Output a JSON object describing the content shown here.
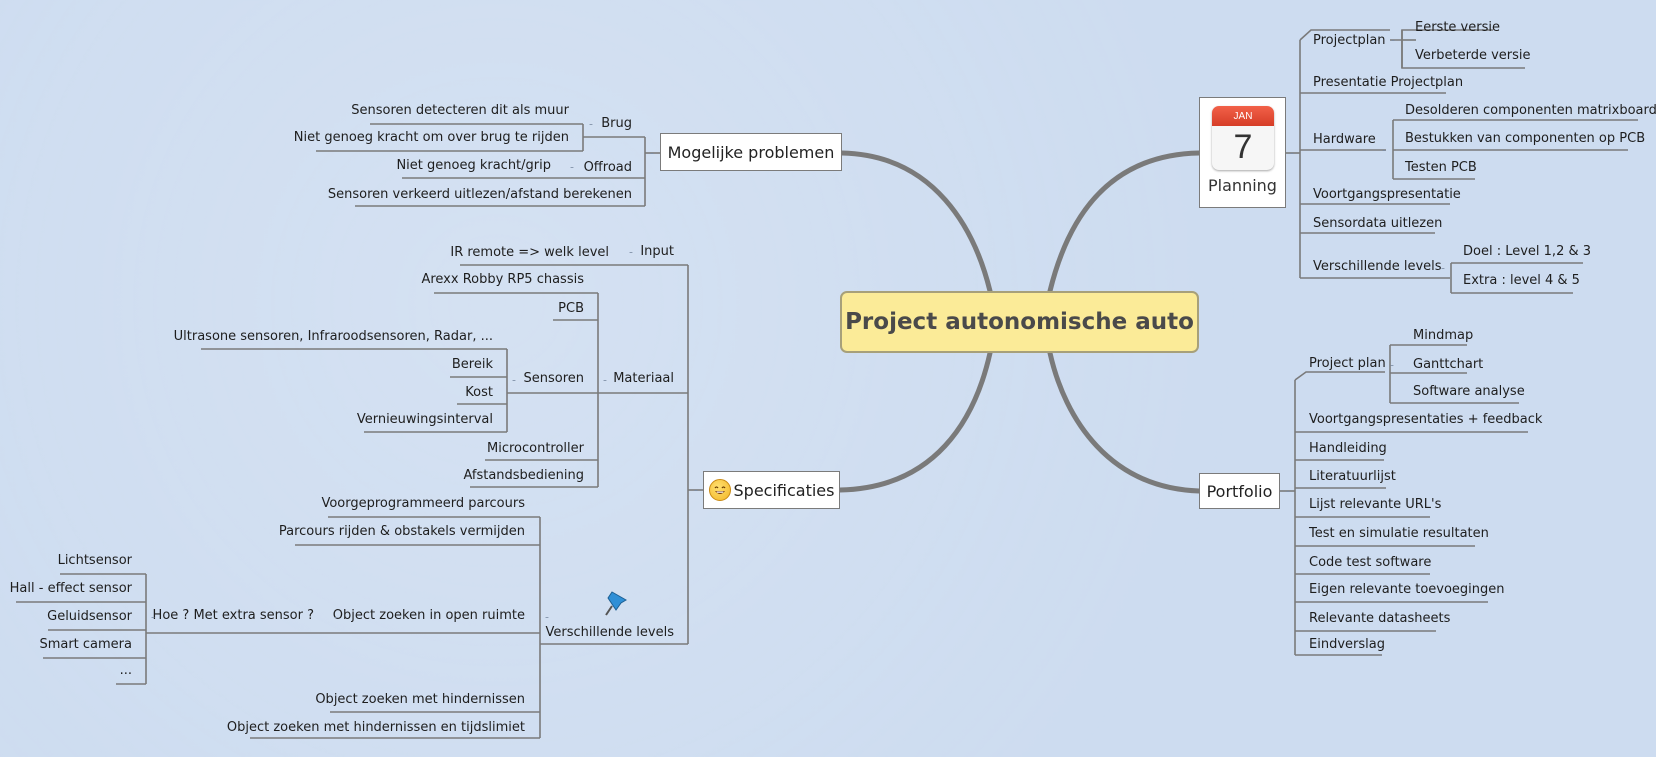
{
  "central": "Project autonomische auto",
  "collapse_symbol": "-",
  "topics": {
    "planning": "Planning",
    "planning_icon": "calendar-icon",
    "calendar": {
      "month": "JAN",
      "day": "7"
    },
    "portfolio": "Portfolio",
    "specificaties": "Specificaties",
    "specificaties_icon": "smiley-icon",
    "problemen": "Mogelijke problemen"
  },
  "planning": {
    "projectplan": "Projectplan",
    "projectplan_children": [
      "Eerste versie",
      "Verbeterde versie"
    ],
    "presentatie": "Presentatie Projectplan",
    "hardware": "Hardware",
    "hardware_children": [
      "Desolderen componenten matrixboard",
      "Bestukken van componenten op PCB",
      "Testen PCB"
    ],
    "voortgang": "Voortgangspresentatie",
    "sensordata": "Sensordata uitlezen",
    "levels": "Verschillende levels",
    "levels_children": [
      "Doel : Level 1,2 & 3",
      "Extra : level 4 & 5"
    ]
  },
  "portfolio": {
    "project_plan": "Project plan",
    "project_plan_children": [
      "Mindmap",
      "Ganttchart",
      "Software analyse"
    ],
    "items": [
      "Voortgangspresentaties + feedback",
      "Handleiding",
      "Literatuurlijst",
      "Lijst relevante URL's",
      "Test en simulatie resultaten",
      "Code test software",
      "Eigen relevante toevoegingen",
      "Relevante datasheets",
      "Eindverslag"
    ]
  },
  "problemen": {
    "brug": "Brug",
    "brug_children": [
      "Sensoren detecteren dit als muur",
      "Niet genoeg kracht om over brug te rijden"
    ],
    "offroad": "Offroad",
    "offroad_children": [
      "Niet genoeg kracht/grip"
    ],
    "sensoren_verkeerd": "Sensoren verkeerd uitlezen/afstand berekenen"
  },
  "specificaties": {
    "input": "Input",
    "input_children": [
      "IR remote => welk level"
    ],
    "materiaal": "Materiaal",
    "chassis": "Arexx Robby RP5 chassis",
    "pcb": "PCB",
    "sensoren": "Sensoren",
    "sensor_types": "Ultrasone sensoren, Infraroodsensoren, Radar, ...",
    "sensoren_children": [
      "Bereik",
      "Kost",
      "Vernieuwingsinterval"
    ],
    "microcontroller": "Microcontroller",
    "afstandsbediening": "Afstandsbediening",
    "levels": "Verschillende levels",
    "levels_icon": "pin-icon",
    "level_voorgeprogrammeerd": "Voorgeprogrammeerd parcours",
    "level_parcours": "Parcours rijden & obstakels vermijden",
    "level_object_open": "Object zoeken in open ruimte",
    "hoe": "Hoe ? Met extra sensor ?",
    "extra_sensors": [
      "Lichtsensor",
      "Hall - effect sensor",
      "Geluidsensor",
      "Smart camera",
      "..."
    ],
    "level_hindernissen": "Object zoeken met hindernissen",
    "level_tijdslimiet": "Object zoeken met hindernissen en tijdslimiet"
  }
}
